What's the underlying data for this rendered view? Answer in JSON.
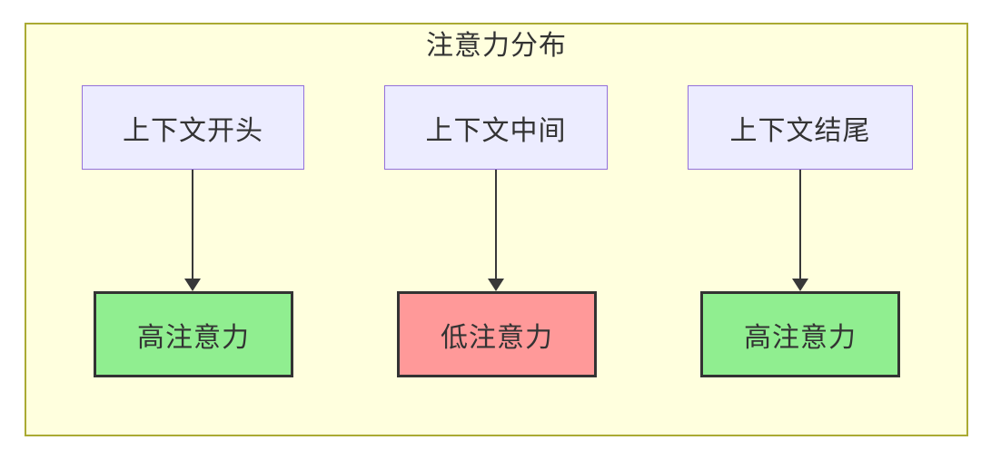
{
  "diagram": {
    "title": "注意力分布",
    "columns": [
      {
        "source": "上下文开头",
        "target": "高注意力",
        "target_level": "high"
      },
      {
        "source": "上下文中间",
        "target": "低注意力",
        "target_level": "low"
      },
      {
        "source": "上下文结尾",
        "target": "高注意力",
        "target_level": "high"
      }
    ],
    "colors": {
      "cluster_fill": "#ffffde",
      "cluster_border": "#aaaa33",
      "source_node_fill": "#ececff",
      "source_node_border": "#9370db",
      "high_attention_fill": "#90ee90",
      "low_attention_fill": "#ff9999",
      "target_node_border": "#333333",
      "arrow": "#383838",
      "text": "#333333"
    }
  }
}
